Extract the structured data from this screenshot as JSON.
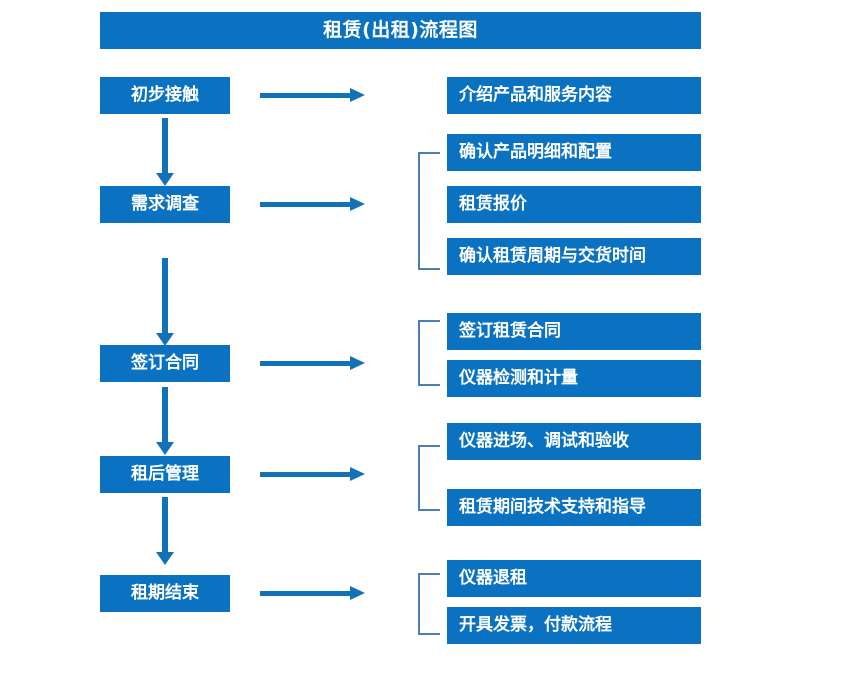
{
  "diagram": {
    "title": "租赁(出租)流程图",
    "type": "flowchart",
    "accent_color": "#0a72c0",
    "arrow_color": "#1272b8",
    "bracket_color": "#4a7fb5",
    "text_color": "#ffffff",
    "background_color": "#ffffff",
    "stages": [
      {
        "label": "初步接触",
        "details": [
          "介绍产品和服务内容"
        ]
      },
      {
        "label": "需求调查",
        "details": [
          "确认产品明细和配置",
          "租赁报价",
          "确认租赁周期与交货时间"
        ]
      },
      {
        "label": "签订合同",
        "details": [
          "签订租赁合同",
          "仪器检测和计量"
        ]
      },
      {
        "label": "租后管理",
        "details": [
          "仪器进场、调试和验收",
          "租赁期间技术支持和指导"
        ]
      },
      {
        "label": "租期结束",
        "details": [
          "仪器退租",
          "开具发票，付款流程"
        ]
      }
    ]
  }
}
